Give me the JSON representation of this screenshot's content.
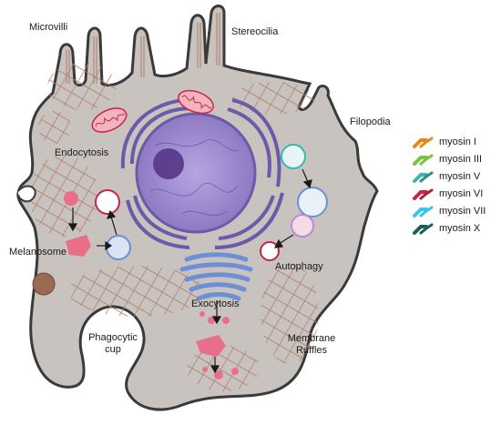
{
  "labels": {
    "microvilli": "Microvilli",
    "stereocilia": "Stereocilia",
    "filopodia": "Filopodia",
    "endocytosis": "Endocytosis",
    "melanosome": "Melanosome",
    "autophagy": "Autophagy",
    "exocytosis": "Exocytosis",
    "phagocytic_cup": "Phagocytic\ncup",
    "membrane_ruffles": "Membrane\nRuffles"
  },
  "legend": [
    {
      "name": "myosin I",
      "color": "#e88a1a",
      "color2": "#e88a1a",
      "icon": "myosin-i-icon"
    },
    {
      "name": "myosin III",
      "color": "#7cc242",
      "color2": "#7cc242",
      "icon": "myosin-iii-icon"
    },
    {
      "name": "myosin V",
      "color": "#3cb6b0",
      "color2": "#2a8f8a",
      "icon": "myosin-v-icon"
    },
    {
      "name": "myosin VI",
      "color": "#c8244a",
      "color2": "#b01f40",
      "icon": "myosin-vi-icon"
    },
    {
      "name": "myosin VII",
      "color": "#36c6e6",
      "color2": "#36c6e6",
      "icon": "myosin-vii-icon"
    },
    {
      "name": "myosin X",
      "color": "#1f5f5b",
      "color2": "#1f5f5b",
      "icon": "myosin-x-icon"
    }
  ],
  "colors": {
    "cell_fill": "#c9c3c0",
    "cell_stroke": "#3a3a3a",
    "actin": "#b07e68",
    "nucleus": "#8f79c4",
    "er": "#6a5aa8",
    "golgi": "#6c8fd6",
    "mito": "#e89aa6",
    "vesicle_pink": "#e86f8a"
  }
}
